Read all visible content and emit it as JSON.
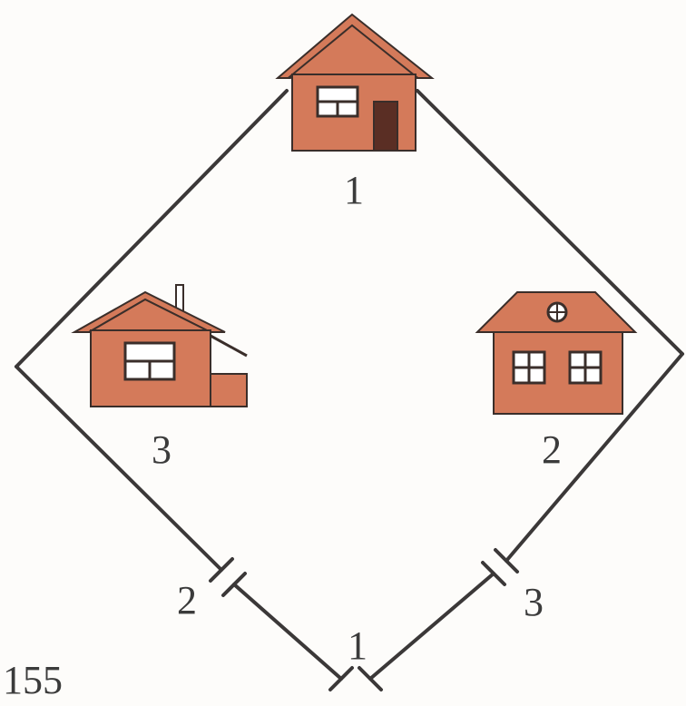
{
  "figure_number": "155",
  "houses": [
    {
      "id": "house-1",
      "label": "1"
    },
    {
      "id": "house-2",
      "label": "2"
    },
    {
      "id": "house-3",
      "label": "3"
    }
  ],
  "gates": [
    {
      "id": "gate-1",
      "label": "1"
    },
    {
      "id": "gate-2",
      "label": "2"
    },
    {
      "id": "gate-3",
      "label": "3"
    }
  ],
  "colors": {
    "house_fill": "#d47a5a",
    "outline": "#3a2e2a",
    "door": "#5a2e24",
    "line": "#3b3838"
  }
}
